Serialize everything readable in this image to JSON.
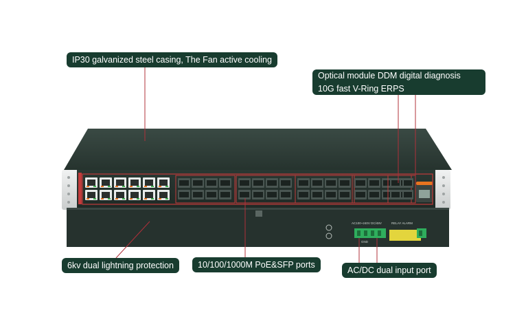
{
  "callouts": {
    "casing": "IP30 galvanized steel casing, The Fan active cooling",
    "optical_line1": "Optical module DDM digital diagnosis",
    "optical_line2": "10G fast V-Ring ERPS",
    "lightning": "6kv dual lightning protection",
    "ports": "10/100/1000M PoE&SFP ports",
    "power": "AC/DC dual input port"
  },
  "device": {
    "brand_mark": "O",
    "power_label_left": "AC100~240V  DC/48V",
    "power_label_right": "RELAY  ALARM",
    "gnd_label": "GND"
  },
  "colors": {
    "callout_bg": "#183c2f",
    "leader_line": "#b0303a",
    "body_dark": "#24302c",
    "panel_silver": "#dfe2e2",
    "port_highlight": "#c23b3b",
    "terminal_green": "#2fae5d",
    "terminal_yellow": "#e3d53d",
    "status_orange": "#e8741f"
  }
}
